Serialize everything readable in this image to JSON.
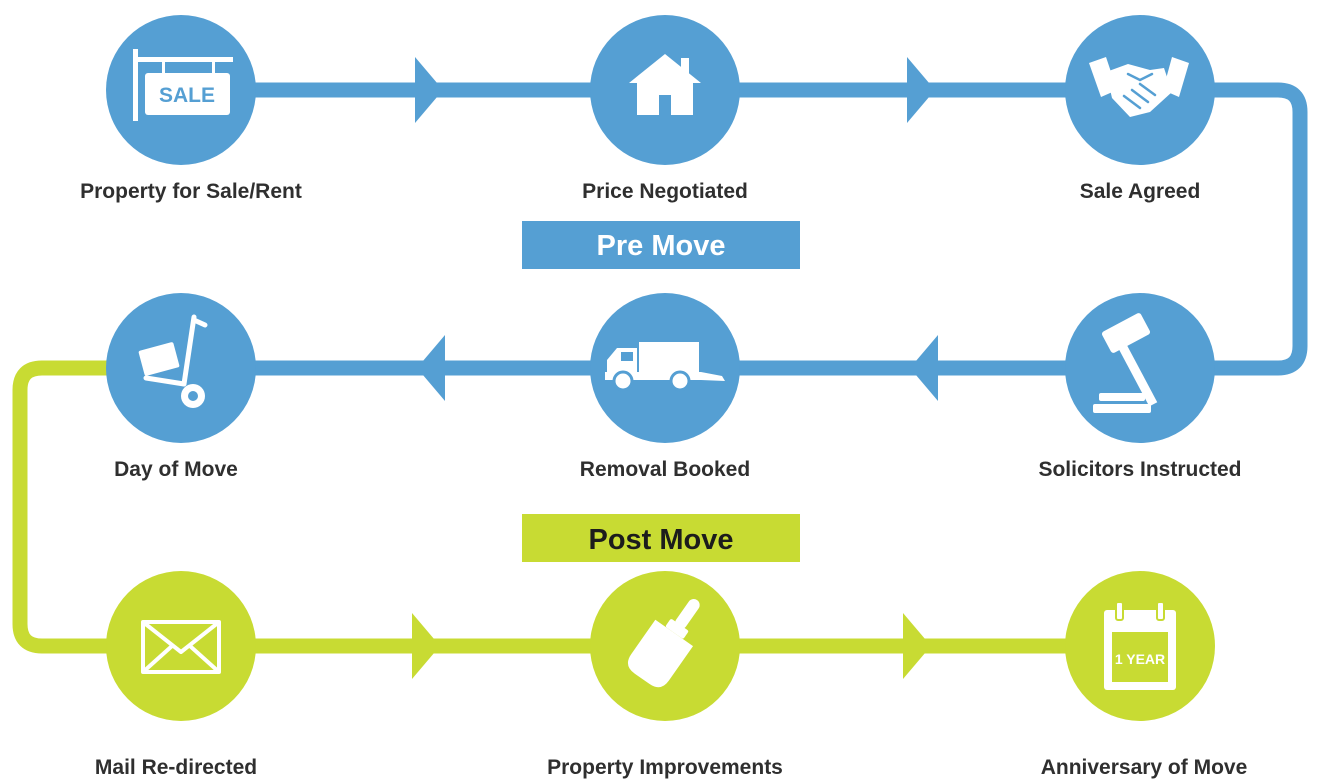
{
  "colors": {
    "pre_move": "#559fd3",
    "post_move": "#c8db33",
    "icon": "#ffffff",
    "label_text": "#2f2f2f",
    "phase_text_pre": "#ffffff",
    "phase_text_post": "#1c1c1c"
  },
  "phases": {
    "pre": {
      "label": "Pre Move"
    },
    "post": {
      "label": "Post Move"
    }
  },
  "steps": [
    {
      "label": "Property for Sale/Rent",
      "icon": "sale-sign-icon",
      "icon_text": "SALE",
      "phase": "pre"
    },
    {
      "label": "Price Negotiated",
      "icon": "house-icon",
      "phase": "pre"
    },
    {
      "label": "Sale Agreed",
      "icon": "handshake-icon",
      "phase": "pre"
    },
    {
      "label": "Solicitors Instructed",
      "icon": "gavel-icon",
      "phase": "pre"
    },
    {
      "label": "Removal Booked",
      "icon": "truck-icon",
      "phase": "pre"
    },
    {
      "label": "Day of Move",
      "icon": "hand-trolley-icon",
      "phase": "pre"
    },
    {
      "label": "Mail Re-directed",
      "icon": "envelope-icon",
      "phase": "post"
    },
    {
      "label": "Property Improvements",
      "icon": "paint-brush-icon",
      "phase": "post"
    },
    {
      "label": "Anniversary of Move",
      "icon": "calendar-icon",
      "icon_text": "1 YEAR",
      "phase": "post"
    }
  ]
}
